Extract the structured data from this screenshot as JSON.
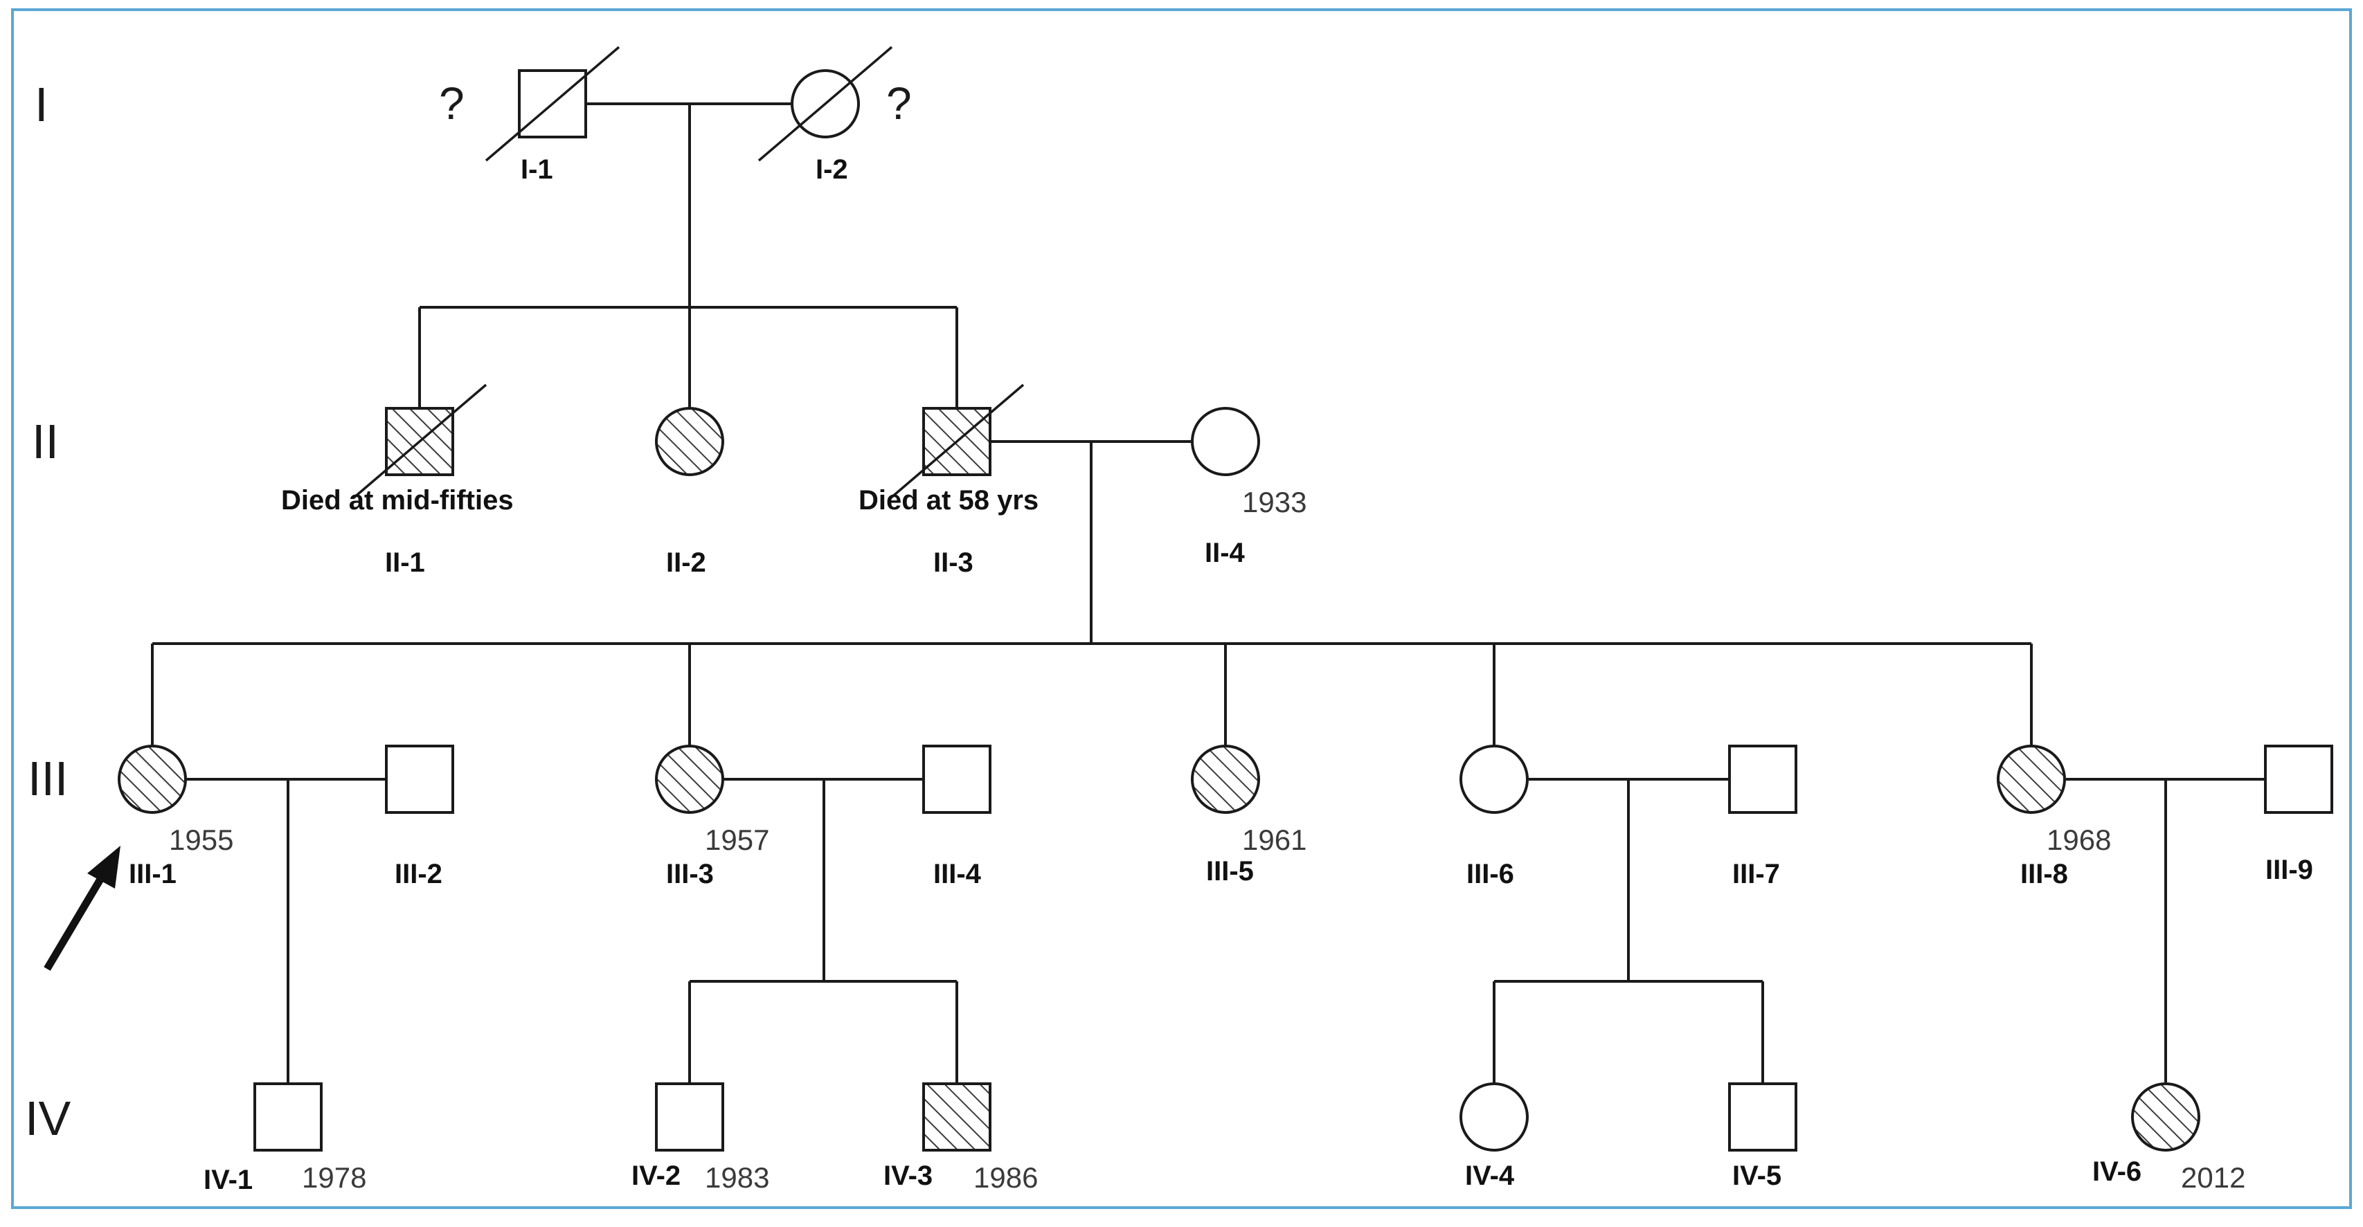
{
  "border_color": "#5aa7d6",
  "hatch_color": "#3a3a3a",
  "generations": [
    "I",
    "II",
    "III",
    "IV"
  ],
  "unknown_marks": [
    "?",
    "?"
  ],
  "proband_marker": "arrow-icon",
  "individuals": {
    "I-1": {
      "id": "I-1",
      "sex": "male",
      "affected": false,
      "deceased": true
    },
    "I-2": {
      "id": "I-2",
      "sex": "female",
      "affected": false,
      "deceased": true
    },
    "II-1": {
      "id": "II-1",
      "sex": "male",
      "affected": true,
      "deceased": true,
      "note": "Died at mid-fifties"
    },
    "II-2": {
      "id": "II-2",
      "sex": "female",
      "affected": true,
      "deceased": false
    },
    "II-3": {
      "id": "II-3",
      "sex": "male",
      "affected": true,
      "deceased": true,
      "note": "Died at 58 yrs"
    },
    "II-4": {
      "id": "II-4",
      "sex": "female",
      "affected": false,
      "deceased": false,
      "year": "1933"
    },
    "III-1": {
      "id": "III-1",
      "sex": "female",
      "affected": true,
      "deceased": false,
      "year": "1955",
      "proband": true
    },
    "III-2": {
      "id": "III-2",
      "sex": "male",
      "affected": false,
      "deceased": false
    },
    "III-3": {
      "id": "III-3",
      "sex": "female",
      "affected": true,
      "deceased": false,
      "year": "1957"
    },
    "III-4": {
      "id": "III-4",
      "sex": "male",
      "affected": false,
      "deceased": false
    },
    "III-5": {
      "id": "III-5",
      "sex": "female",
      "affected": true,
      "deceased": false,
      "year": "1961"
    },
    "III-6": {
      "id": "III-6",
      "sex": "female",
      "affected": false,
      "deceased": false
    },
    "III-7": {
      "id": "III-7",
      "sex": "male",
      "affected": false,
      "deceased": false
    },
    "III-8": {
      "id": "III-8",
      "sex": "female",
      "affected": true,
      "deceased": false,
      "year": "1968"
    },
    "III-9": {
      "id": "III-9",
      "sex": "male",
      "affected": false,
      "deceased": false
    },
    "IV-1": {
      "id": "IV-1",
      "sex": "male",
      "affected": false,
      "deceased": false,
      "year": "1978"
    },
    "IV-2": {
      "id": "IV-2",
      "sex": "male",
      "affected": false,
      "deceased": false,
      "year": "1983"
    },
    "IV-3": {
      "id": "IV-3",
      "sex": "male",
      "affected": true,
      "deceased": false,
      "year": "1986"
    },
    "IV-4": {
      "id": "IV-4",
      "sex": "female",
      "affected": false,
      "deceased": false
    },
    "IV-5": {
      "id": "IV-5",
      "sex": "male",
      "affected": false,
      "deceased": false
    },
    "IV-6": {
      "id": "IV-6",
      "sex": "female",
      "affected": true,
      "deceased": false,
      "year": "2012"
    }
  }
}
